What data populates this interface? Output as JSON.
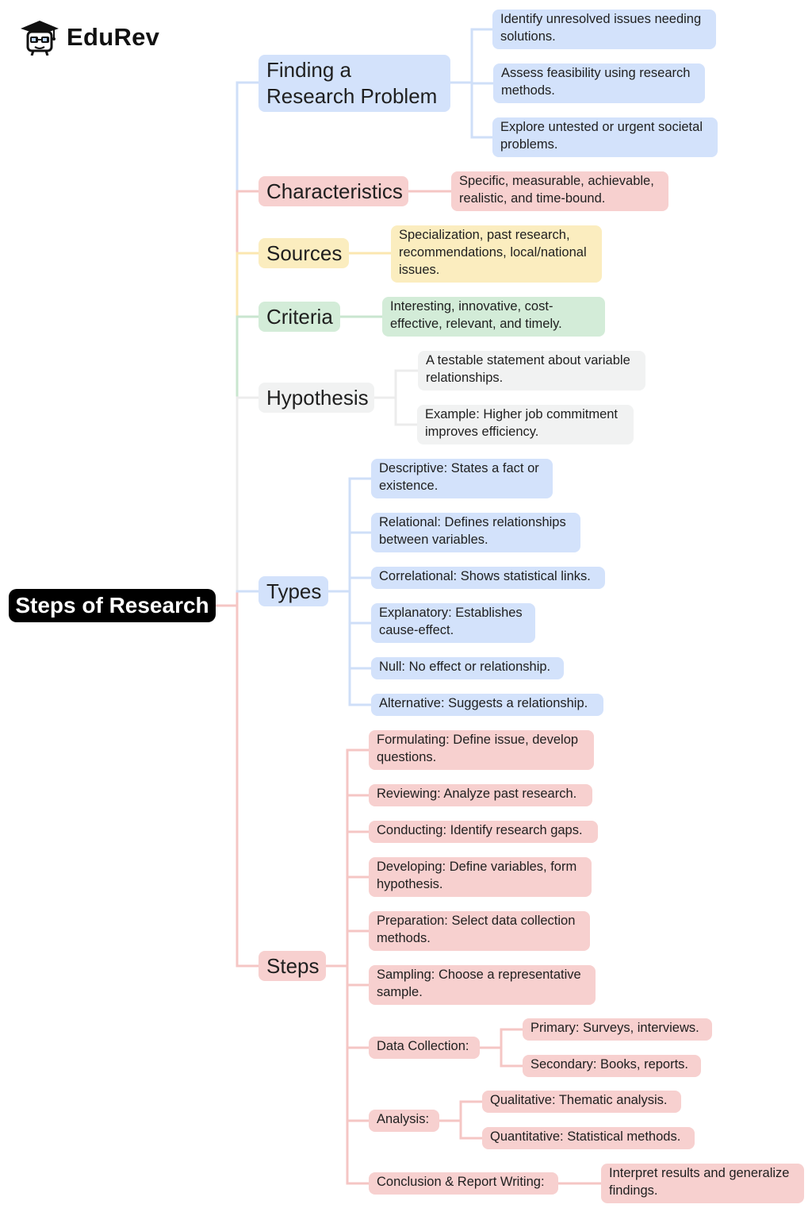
{
  "brand": {
    "name": "EduRev",
    "logo_icon": "graduate-cap-face-icon"
  },
  "root": {
    "label": "Steps of Research"
  },
  "colors": {
    "blue": "#d3e2fb",
    "red": "#f7d0cf",
    "yellow": "#fbedbf",
    "green": "#d3ecd8",
    "gray": "#f1f2f2",
    "line_blue": "#cfdff8",
    "line_red": "#f5c6c4",
    "line_yellow": "#fbe7b0",
    "line_green": "#c9e6cf",
    "line_gray": "#ececec"
  },
  "topics": {
    "finding": {
      "label": "Finding a Research Problem",
      "items": [
        "Identify unresolved issues needing solutions.",
        "Assess feasibility using research methods.",
        "Explore untested or urgent societal problems."
      ]
    },
    "characteristics": {
      "label": "Characteristics",
      "items": [
        "Specific, measurable, achievable, realistic, and time-bound."
      ]
    },
    "sources": {
      "label": "Sources",
      "items": [
        "Specialization, past research, recommendations, local/national issues."
      ]
    },
    "criteria": {
      "label": "Criteria",
      "items": [
        "Interesting, innovative, cost-effective, relevant, and timely."
      ]
    },
    "hypothesis": {
      "label": "Hypothesis",
      "items": [
        "A testable statement about variable relationships.",
        "Example: Higher job commitment improves efficiency."
      ]
    },
    "types": {
      "label": "Types",
      "items": [
        "Descriptive: States a fact or existence.",
        "Relational: Defines relationships between variables.",
        "Correlational: Shows statistical links.",
        "Explanatory: Establishes cause-effect.",
        "Null: No effect or relationship.",
        "Alternative: Suggests a relationship."
      ]
    },
    "steps": {
      "label": "Steps",
      "items": [
        "Formulating: Define issue, develop questions.",
        "Reviewing: Analyze past research.",
        "Conducting: Identify research gaps.",
        "Developing: Define variables, form hypothesis.",
        "Preparation: Select data collection methods.",
        "Sampling: Choose a representative sample.",
        "Data Collection:",
        "Analysis:",
        "Conclusion & Report Writing:"
      ],
      "data_collection": [
        "Primary: Surveys, interviews.",
        "Secondary: Books, reports."
      ],
      "analysis": [
        "Qualitative: Thematic analysis.",
        "Quantitative: Statistical methods."
      ],
      "conclusion": [
        "Interpret results and generalize findings."
      ]
    }
  }
}
